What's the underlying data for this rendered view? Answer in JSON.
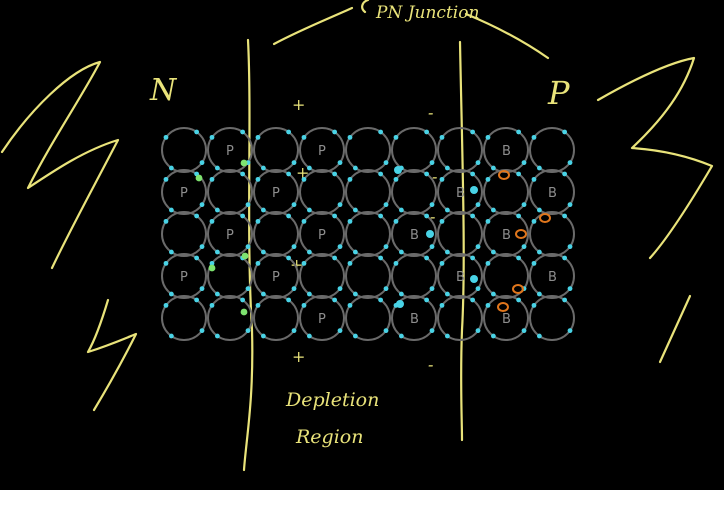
{
  "labels": {
    "title_fragment": "PN Junction",
    "n_side": "N",
    "p_side": "P",
    "region_line1": "Depletion",
    "region_line2": "Region",
    "plus": "+",
    "minus": "-"
  },
  "atoms": {
    "phosphorus": "P",
    "boron": "B"
  },
  "colors": {
    "background": "#000000",
    "ink": "#e9e37a",
    "lattice": "#6a6a6a",
    "electron": "#49d3e6",
    "free_electron": "#7ee36f",
    "hole": "#e0761c",
    "atom_label": "#8d8d8d"
  },
  "lattice": {
    "rows": 5,
    "cols": 9,
    "dopants": [
      {
        "row": 0,
        "col": 1,
        "symbol": "P"
      },
      {
        "row": 0,
        "col": 3,
        "symbol": "P"
      },
      {
        "row": 0,
        "col": 7,
        "symbol": "B"
      },
      {
        "row": 1,
        "col": 0,
        "symbol": "P"
      },
      {
        "row": 1,
        "col": 2,
        "symbol": "P"
      },
      {
        "row": 1,
        "col": 6,
        "symbol": "B"
      },
      {
        "row": 1,
        "col": 8,
        "symbol": "B"
      },
      {
        "row": 2,
        "col": 1,
        "symbol": "P"
      },
      {
        "row": 2,
        "col": 3,
        "symbol": "P"
      },
      {
        "row": 2,
        "col": 5,
        "symbol": "B"
      },
      {
        "row": 2,
        "col": 7,
        "symbol": "B"
      },
      {
        "row": 3,
        "col": 0,
        "symbol": "P"
      },
      {
        "row": 3,
        "col": 2,
        "symbol": "P"
      },
      {
        "row": 3,
        "col": 6,
        "symbol": "B"
      },
      {
        "row": 3,
        "col": 8,
        "symbol": "B"
      },
      {
        "row": 4,
        "col": 3,
        "symbol": "P"
      },
      {
        "row": 4,
        "col": 5,
        "symbol": "B"
      },
      {
        "row": 4,
        "col": 7,
        "symbol": "B"
      }
    ]
  }
}
